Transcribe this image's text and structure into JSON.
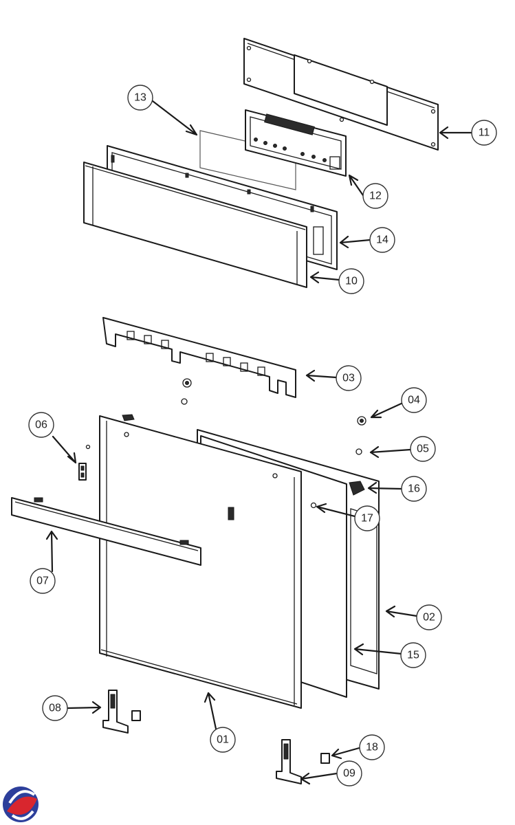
{
  "diagram": {
    "callouts": [
      {
        "id": "c11",
        "label": "11"
      },
      {
        "id": "c13",
        "label": "13"
      },
      {
        "id": "c12",
        "label": "12"
      },
      {
        "id": "c14",
        "label": "14"
      },
      {
        "id": "c10",
        "label": "10"
      },
      {
        "id": "c03",
        "label": "03"
      },
      {
        "id": "c04",
        "label": "04"
      },
      {
        "id": "c06",
        "label": "06"
      },
      {
        "id": "c05",
        "label": "05"
      },
      {
        "id": "c16",
        "label": "16"
      },
      {
        "id": "c17",
        "label": "17"
      },
      {
        "id": "c07",
        "label": "07"
      },
      {
        "id": "c02",
        "label": "02"
      },
      {
        "id": "c15",
        "label": "15"
      },
      {
        "id": "c08",
        "label": "08"
      },
      {
        "id": "c01",
        "label": "01"
      },
      {
        "id": "c18",
        "label": "18"
      },
      {
        "id": "c09",
        "label": "09"
      }
    ],
    "logo_colors": {
      "blue": "#2d3f9b",
      "red": "#d8262e"
    }
  }
}
